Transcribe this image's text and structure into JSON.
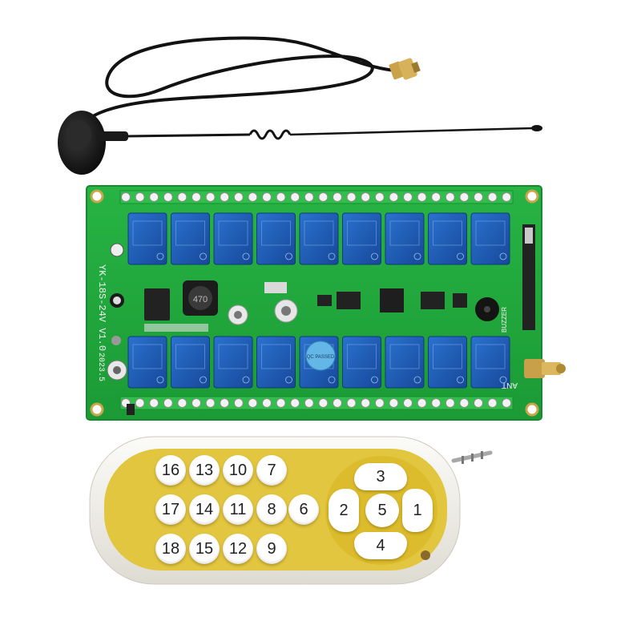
{
  "product": {
    "board_silk_model": "YK-18S-24V V1.0",
    "board_silk_date": "2023.5",
    "board_silk_ant": "ANT",
    "board_silk_buzzer": "BUZZER",
    "inductor_marking": "470",
    "qc_sticker": "QC PASSED"
  },
  "remote": {
    "keypad": [
      {
        "label": "16"
      },
      {
        "label": "13"
      },
      {
        "label": "10"
      },
      {
        "label": "7"
      },
      {
        "label": "17"
      },
      {
        "label": "14"
      },
      {
        "label": "11"
      },
      {
        "label": "8"
      },
      {
        "label": "6"
      },
      {
        "label": "18"
      },
      {
        "label": "15"
      },
      {
        "label": "12"
      },
      {
        "label": "9"
      }
    ],
    "dpad": {
      "up": "3",
      "left": "2",
      "center": "5",
      "right": "1",
      "down": "4"
    }
  },
  "colors": {
    "pcb": "#1fa83a",
    "relay": "#1f5fb5",
    "terminal": "#2fbf4a",
    "remote_face": "#e2c63f",
    "remote_body": "#f4f4f0",
    "antenna": "#141414"
  }
}
